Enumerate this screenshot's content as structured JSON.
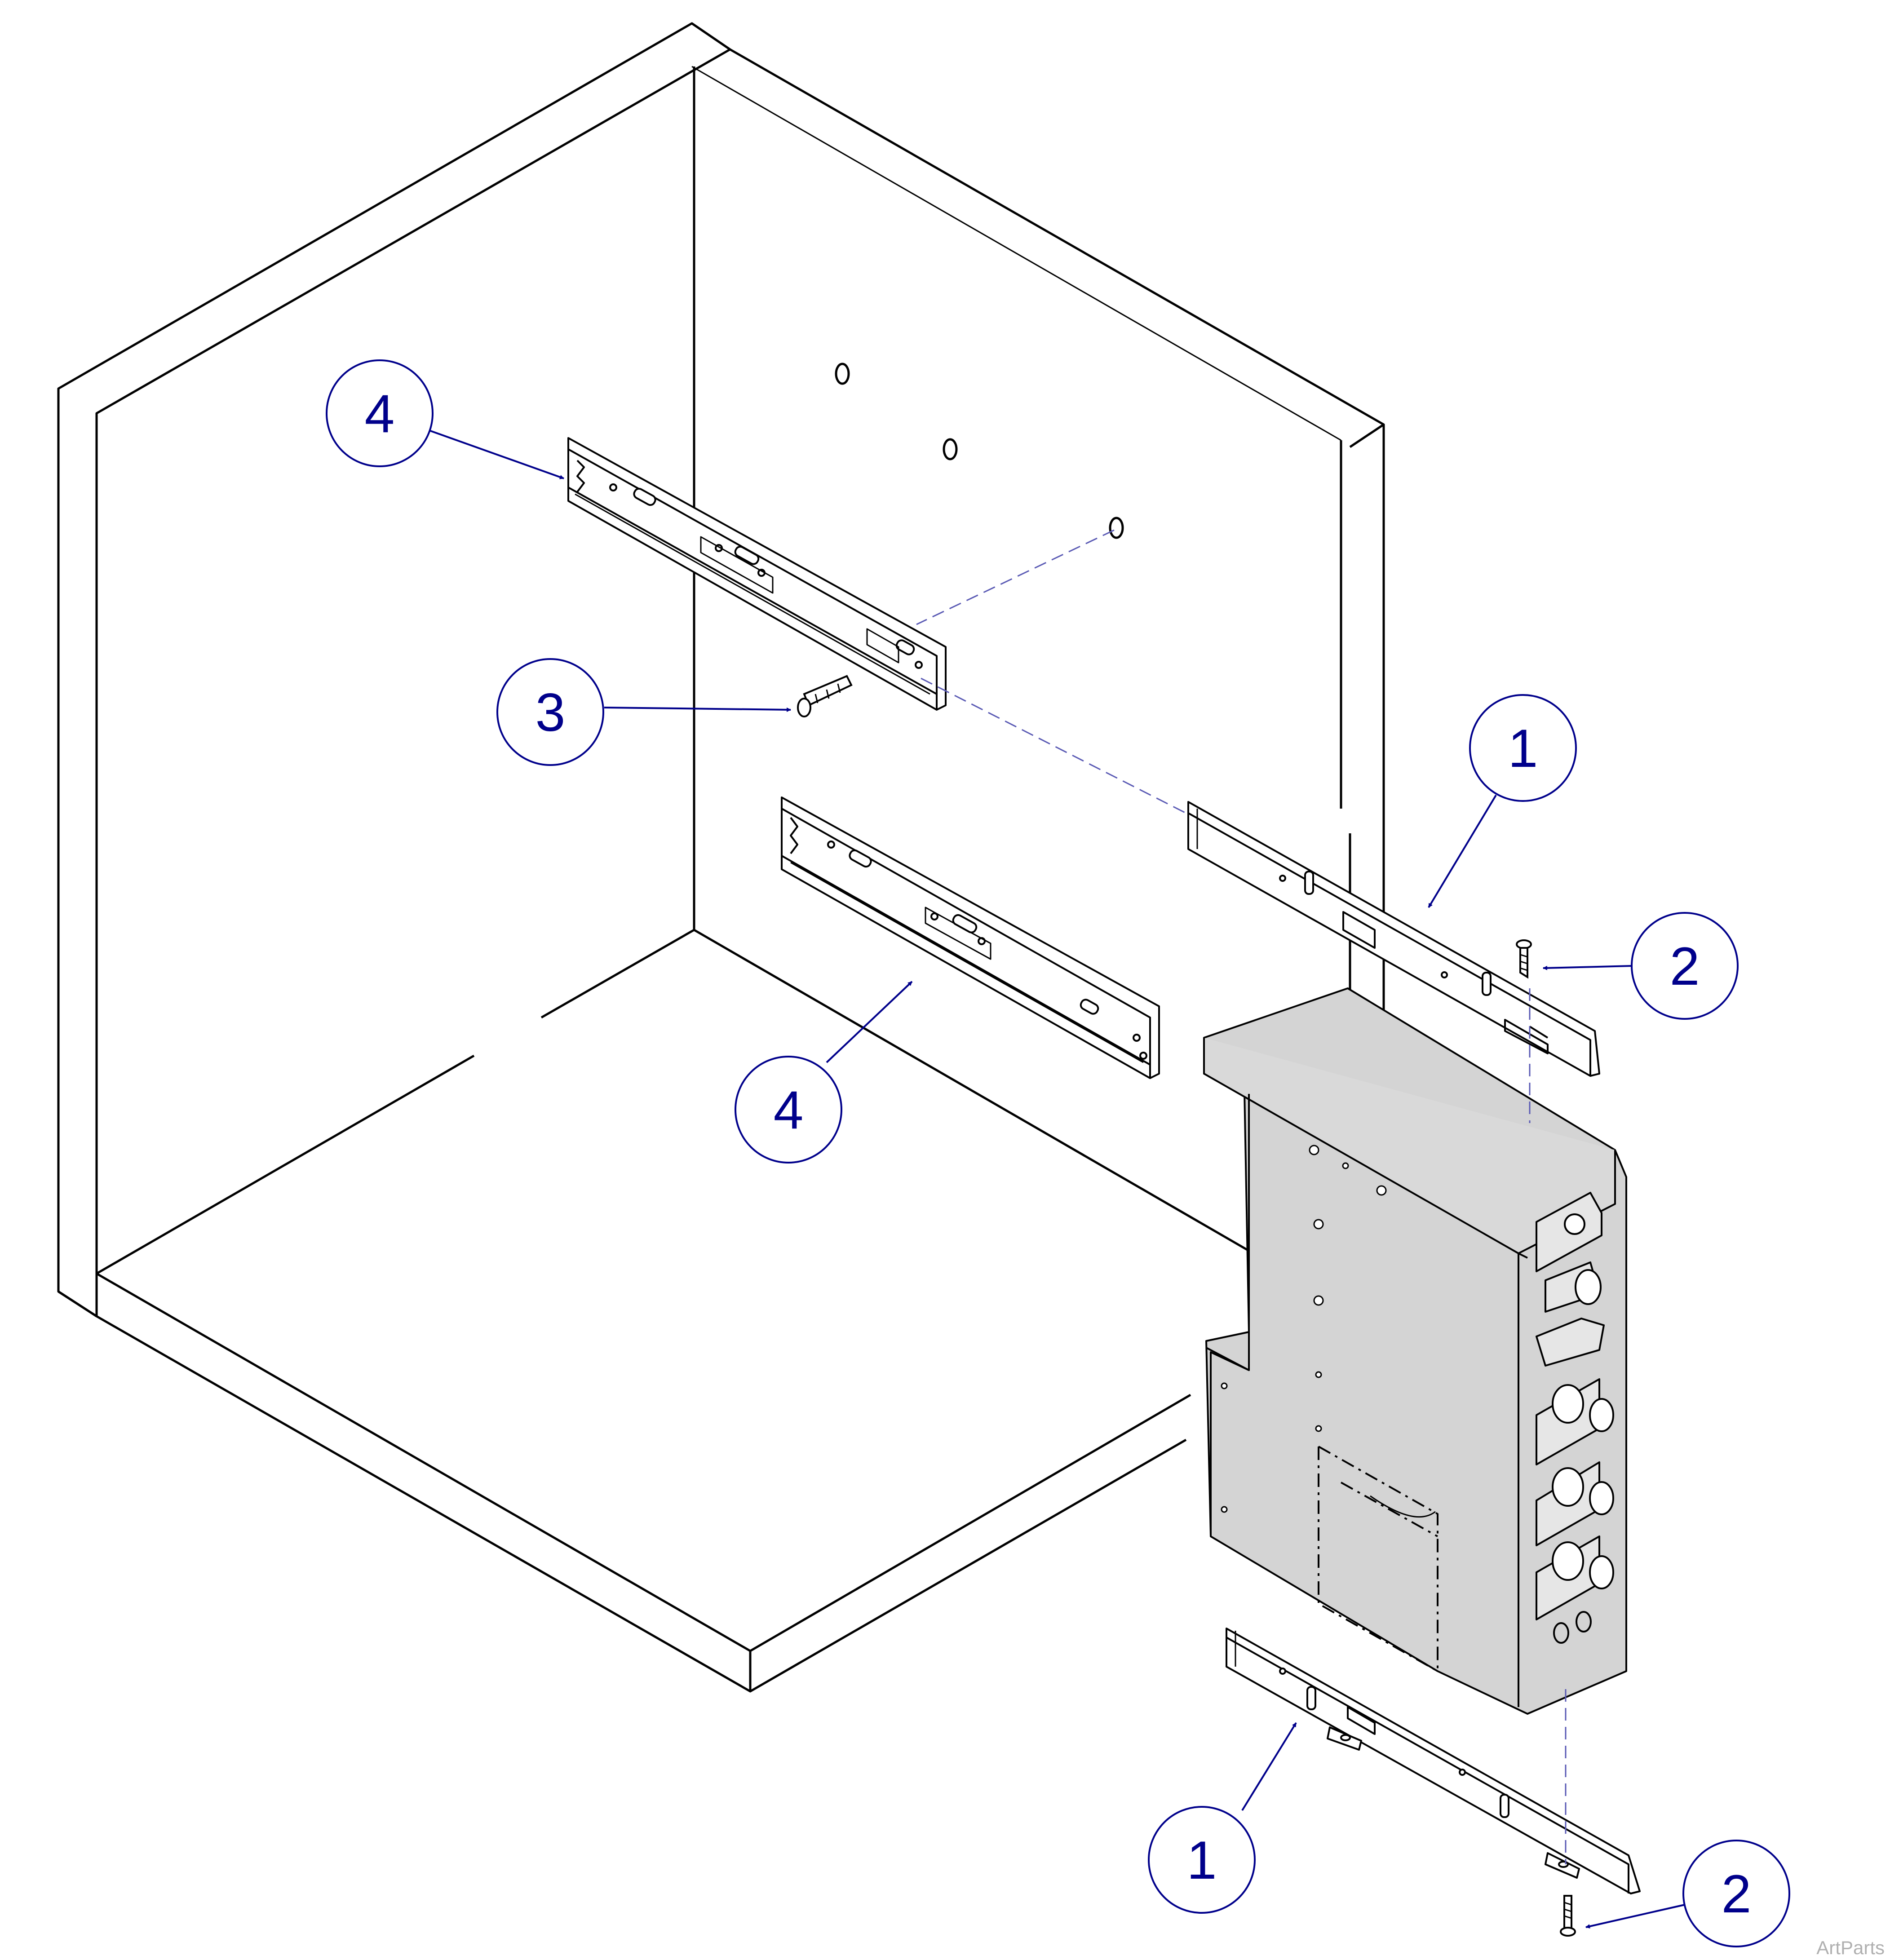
{
  "callouts": [
    {
      "id": "slide-rail-upper",
      "label": "4"
    },
    {
      "id": "screw-upper",
      "label": "3"
    },
    {
      "id": "slide-rail-lower",
      "label": "4"
    },
    {
      "id": "rail-upper",
      "label": "1"
    },
    {
      "id": "fastener-upper",
      "label": "2"
    },
    {
      "id": "rail-lower",
      "label": "1"
    },
    {
      "id": "fastener-lower",
      "label": "2"
    }
  ],
  "watermark": "ArtParts",
  "colors": {
    "callout": "#00008b",
    "line": "#000000",
    "module_fill": "#d4d4d4",
    "dash": "#5a5ab4"
  }
}
